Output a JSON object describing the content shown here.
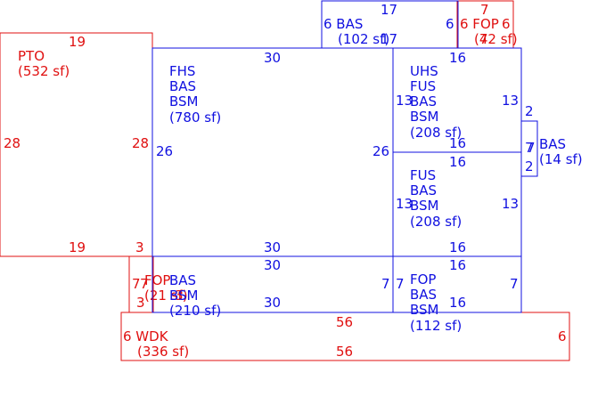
{
  "colors": {
    "living": "#1010e0",
    "exterior": "#e01010",
    "background": "#ffffff"
  },
  "areas": {
    "fhs": {
      "lines": [
        "FHS",
        "BAS",
        "BSM",
        "(780 sf)"
      ],
      "dims": [
        "30",
        "30",
        "26",
        "26"
      ]
    },
    "uhs": {
      "lines": [
        "UHS",
        "FUS",
        "BAS",
        "BSM",
        "(208 sf)"
      ],
      "dims": [
        "16",
        "16",
        "13",
        "13"
      ]
    },
    "fus": {
      "lines": [
        "FUS",
        "BAS",
        "BSM",
        "(208 sf)"
      ],
      "dims": [
        "16",
        "16",
        "13",
        "13"
      ]
    },
    "bas_small": {
      "lines": [
        "BAS",
        "(14 sf)"
      ],
      "dims": [
        "2",
        "2",
        "7",
        "7"
      ]
    },
    "bas_top": {
      "lines": [
        "6 BAS",
        "(102 sf)"
      ],
      "dims": [
        "17",
        "17",
        "6",
        "6"
      ]
    },
    "bas_bottom": {
      "lines": [
        "BAS",
        "BSM",
        "(210 sf)"
      ],
      "dims": [
        "30",
        "30",
        "7",
        "7"
      ]
    },
    "fop_bsm": {
      "lines": [
        "FOP",
        "BAS",
        "BSM",
        "(112 sf)"
      ],
      "dims": [
        "16",
        "16",
        "7",
        "7"
      ]
    },
    "pto": {
      "lines": [
        "PTO",
        "(532 sf)"
      ],
      "dims": [
        "19",
        "19",
        "28",
        "28",
        "3"
      ]
    },
    "fop_top": {
      "lines": [
        "6 FOP",
        "(42 sf)"
      ],
      "dims": [
        "7",
        "7",
        "6"
      ]
    },
    "fop_left": {
      "lines": [
        "FOP",
        "(21 sf)"
      ],
      "dims": [
        "7",
        "7",
        "3",
        "3"
      ]
    },
    "wdk": {
      "lines": [
        "6 WDK",
        "(336 sf)"
      ],
      "dims": [
        "56",
        "56",
        "6"
      ]
    }
  }
}
